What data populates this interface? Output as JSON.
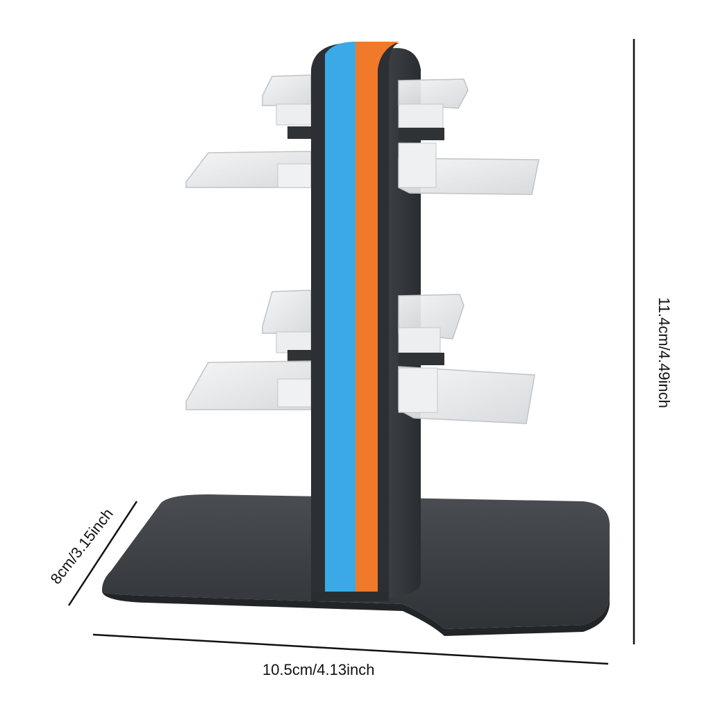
{
  "product": {
    "name": "",
    "colors": {
      "body": "#2c3034",
      "base": "#3b3f43",
      "stripe_blue": "#3aa9e6",
      "stripe_orange": "#f07a2a",
      "acrylic": "#e6e8ea"
    }
  },
  "dimensions": {
    "width_label": "10.5cm/4.13inch",
    "height_label": "11.4cm/4.49inch",
    "depth_label": "8cm/3.15inch"
  }
}
